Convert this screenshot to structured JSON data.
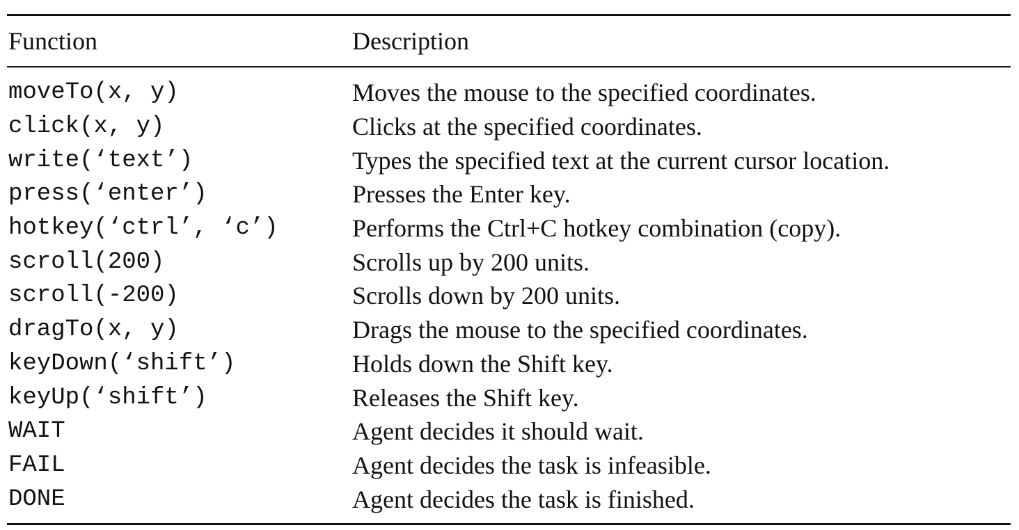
{
  "table": {
    "headers": {
      "function": "Function",
      "description": "Description"
    },
    "rows": [
      {
        "function": "moveTo(x, y)",
        "description": "Moves the mouse to the specified coordinates."
      },
      {
        "function": "click(x, y)",
        "description": "Clicks at the specified coordinates."
      },
      {
        "function": "write(‘text’)",
        "description": "Types the specified text at the current cursor location."
      },
      {
        "function": "press(‘enter’)",
        "description": "Presses the Enter key."
      },
      {
        "function": "hotkey(‘ctrl’, ‘c’)",
        "description": "Performs the Ctrl+C hotkey combination (copy)."
      },
      {
        "function": "scroll(200)",
        "description": "Scrolls up by 200 units."
      },
      {
        "function": "scroll(-200)",
        "description": "Scrolls down by 200 units."
      },
      {
        "function": "dragTo(x, y)",
        "description": "Drags the mouse to the specified coordinates."
      },
      {
        "function": "keyDown(‘shift’)",
        "description": "Holds down the Shift key."
      },
      {
        "function": "keyUp(‘shift’)",
        "description": "Releases the Shift key."
      },
      {
        "function": "WAIT",
        "description": "Agent decides it should wait."
      },
      {
        "function": "FAIL",
        "description": "Agent decides the task is infeasible."
      },
      {
        "function": "DONE",
        "description": "Agent decides the task is finished."
      }
    ]
  }
}
